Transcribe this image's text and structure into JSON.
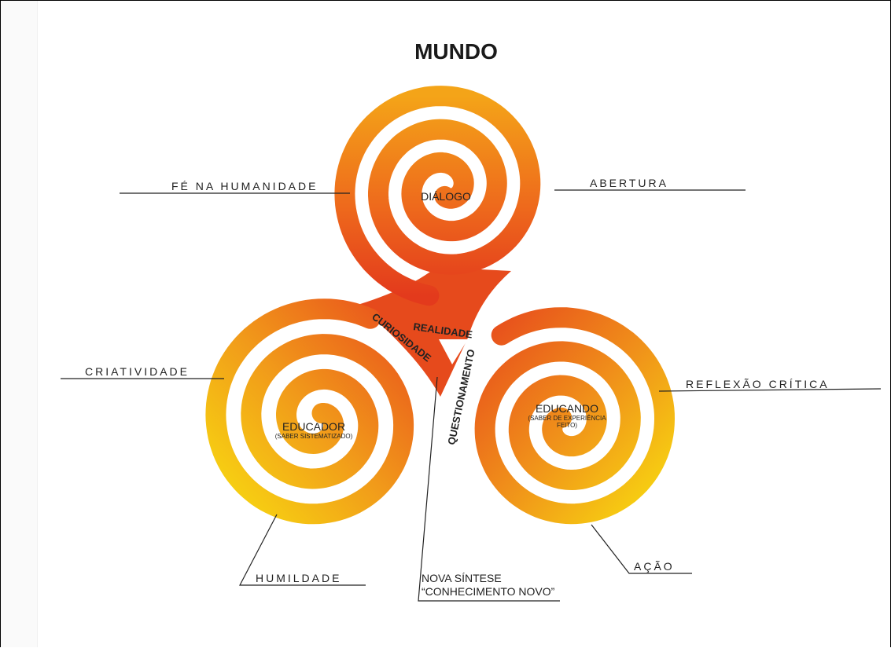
{
  "title": "MUNDO",
  "labels": {
    "fe_na_humanidade": "FÉ NA HUMANIDADE",
    "abertura": "ABERTURA",
    "criatividade": "CRIATIVIDADE",
    "reflexao_critica": "REFLEXÃO CRÍTICA",
    "humildade": "HUMILDADE",
    "acao": "AÇÃO",
    "nova_sintese_line1": "NOVA SÍNTESE",
    "nova_sintese_line2": "“CONHECIMENTO NOVO”"
  },
  "centers": {
    "dialogo": "DIÁLOGO",
    "educador": "EDUCADOR",
    "educador_sub": "(SABER SISTEMATIZADO)",
    "educando": "EDUCANDO",
    "educando_sub1": "(SABER DE EXPERIÊNCIA",
    "educando_sub2": "FEITO)"
  },
  "flow": {
    "curiosidade": "CURIOSIDADE",
    "realidade": "REALIDADE",
    "questionamento": "QUESTIONAMENTO"
  },
  "colors": {
    "spiral_red": "#e63a1e",
    "spiral_orange": "#f07a1a",
    "spiral_yellow": "#f7d40f"
  }
}
